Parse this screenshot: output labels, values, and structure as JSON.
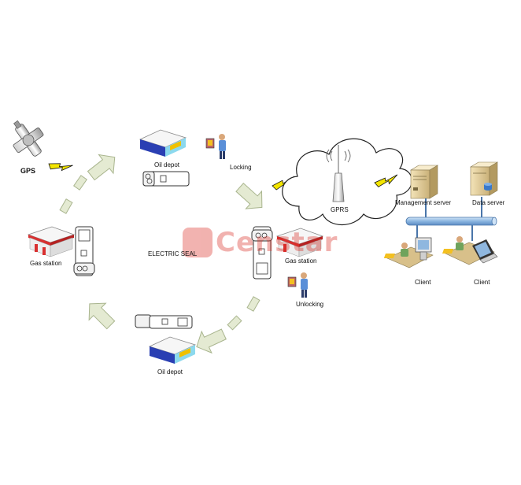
{
  "labels": {
    "gps": "GPS",
    "oil_depot_top": "Oil depot",
    "locking": "Locking",
    "gprs": "GPRS",
    "management_server": "Management server",
    "data_server": "Data server",
    "gas_station_left": "Gas station",
    "electric_seal": "ELECTRIC SEAL",
    "gas_station_right": "Gas station",
    "unlocking": "Unlocking",
    "client_left": "Client",
    "client_right": "Client",
    "oil_depot_bottom": "Oil depot"
  },
  "watermark": {
    "text": "Censtar"
  },
  "colors": {
    "arrow_fill": "#e4ead2",
    "arrow_stroke": "#a9b58e",
    "signal": "#f3e500",
    "bus": "#9ec2e6",
    "depot_blue": "#2a3fb3",
    "depot_cyan": "#8cd9ee",
    "station_red": "#d93030"
  }
}
